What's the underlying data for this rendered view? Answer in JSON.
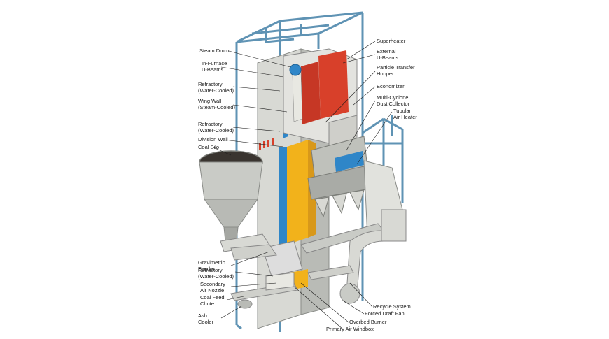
{
  "labels_left": [
    {
      "id": "steam-drum",
      "lines": [
        "Steam Drum"
      ]
    },
    {
      "id": "in-furnace-u-beams",
      "lines": [
        "In-Furnace",
        "U-Beams"
      ]
    },
    {
      "id": "refractory-water-cooled-1",
      "lines": [
        "Refractory",
        "(Water-Cooled)"
      ]
    },
    {
      "id": "wing-wall",
      "lines": [
        "Wing Wall",
        "(Steam-Cooled)"
      ]
    },
    {
      "id": "refractory-water-cooled-2",
      "lines": [
        "Refractory",
        "(Water-Cooled)"
      ]
    },
    {
      "id": "division-wall",
      "lines": [
        "Division Wall"
      ]
    },
    {
      "id": "coal-silo",
      "lines": [
        "Coal Silo"
      ]
    },
    {
      "id": "gravimetric-feeder",
      "lines": [
        "Gravimetric",
        "Feeder"
      ]
    },
    {
      "id": "refractory-water-cooled-3",
      "lines": [
        "Refractory",
        "(Water-Cooled)"
      ]
    },
    {
      "id": "secondary-air-nozzle",
      "lines": [
        "Secondary",
        "Air Nozzle"
      ]
    },
    {
      "id": "coal-feed-chute",
      "lines": [
        "Coal Feed",
        "Chute"
      ]
    },
    {
      "id": "ash-cooler",
      "lines": [
        "Ash",
        "Cooler"
      ]
    }
  ],
  "labels_right": [
    {
      "id": "superheater",
      "lines": [
        "Superheater"
      ]
    },
    {
      "id": "external-u-beams",
      "lines": [
        "External",
        "U-Beams"
      ]
    },
    {
      "id": "particle-transfer-hopper",
      "lines": [
        "Particle Transfer",
        "Hopper"
      ]
    },
    {
      "id": "economizer",
      "lines": [
        "Economizer"
      ]
    },
    {
      "id": "multi-cyclone-dust-collector",
      "lines": [
        "Multi-Cyclone",
        "Dust Collector"
      ]
    },
    {
      "id": "tubular-air-heater",
      "lines": [
        "Tubular",
        "Air Heater"
      ]
    }
  ],
  "labels_bottom": [
    {
      "id": "recycle-system",
      "lines": [
        "Recycle System"
      ]
    },
    {
      "id": "forced-draft-fan",
      "lines": [
        "Forced Draft Fan"
      ]
    },
    {
      "id": "overbed-burner",
      "lines": [
        "Overbed Burner"
      ]
    },
    {
      "id": "primary-air-windbox",
      "lines": [
        "Primary Air Windbox"
      ]
    }
  ],
  "colors": {
    "frame": "#5f93b4",
    "shell": "#d8d9d4",
    "shell_dark": "#b9bbb6",
    "bed_yellow": "#f2b21b",
    "refractory_blue": "#2f86c8",
    "superheater_red": "#d8402a",
    "silo_grey": "#c9cbc6",
    "coal_dark": "#3a3530"
  }
}
